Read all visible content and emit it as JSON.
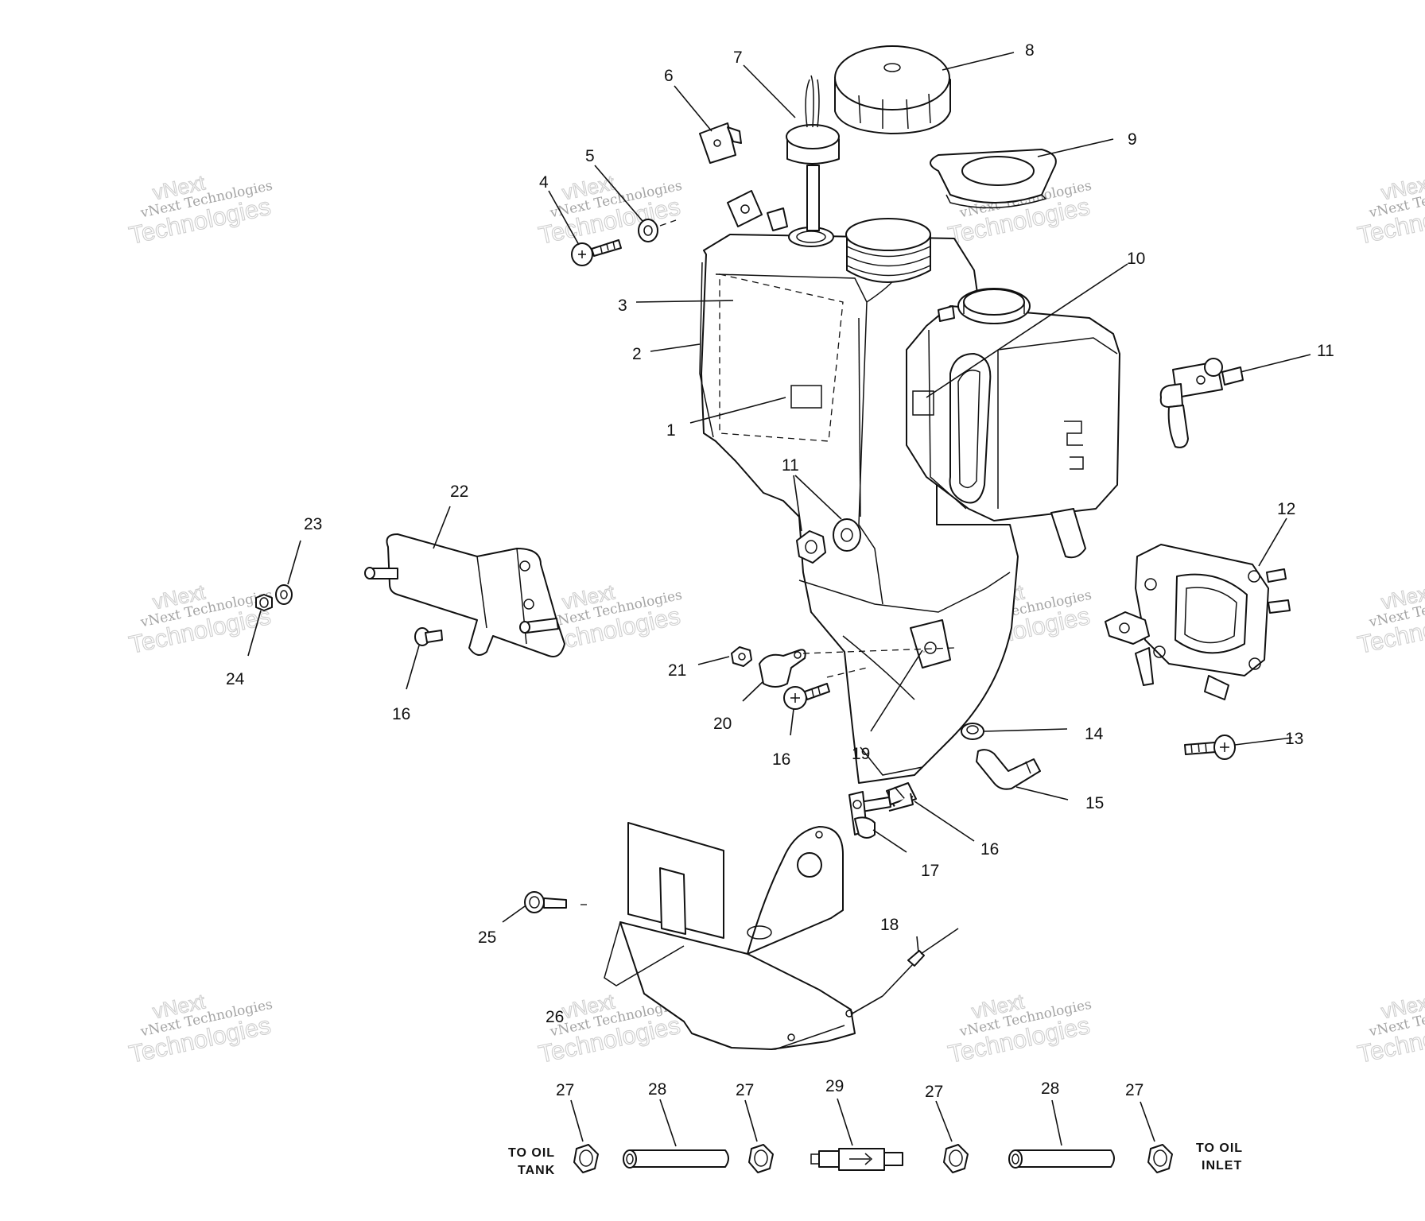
{
  "callouts": {
    "c1": "1",
    "c2": "2",
    "c3": "3",
    "c4": "4",
    "c5": "5",
    "c6": "6",
    "c7": "7",
    "c8": "8",
    "c9": "9",
    "c10": "10",
    "c11a": "11",
    "c11b": "11",
    "c12": "12",
    "c13": "13",
    "c14": "14",
    "c15": "15",
    "c16a": "16",
    "c16b": "16",
    "c16c": "16",
    "c17": "17",
    "c18": "18",
    "c19": "19",
    "c20": "20",
    "c21": "21",
    "c22": "22",
    "c23": "23",
    "c24": "24",
    "c25": "25",
    "c26": "26",
    "c27a": "27",
    "c27b": "27",
    "c27c": "27",
    "c27d": "27",
    "c28a": "28",
    "c28b": "28",
    "c29": "29"
  },
  "flow_labels": {
    "to_oil_tank_line1": "TO OIL",
    "to_oil_tank_line2": "TANK",
    "to_oil_inlet_line1": "TO OIL",
    "to_oil_inlet_line2": "INLET"
  },
  "watermark": {
    "brand": "vNext",
    "company": "vNext Technologies",
    "word": "Technologies"
  }
}
